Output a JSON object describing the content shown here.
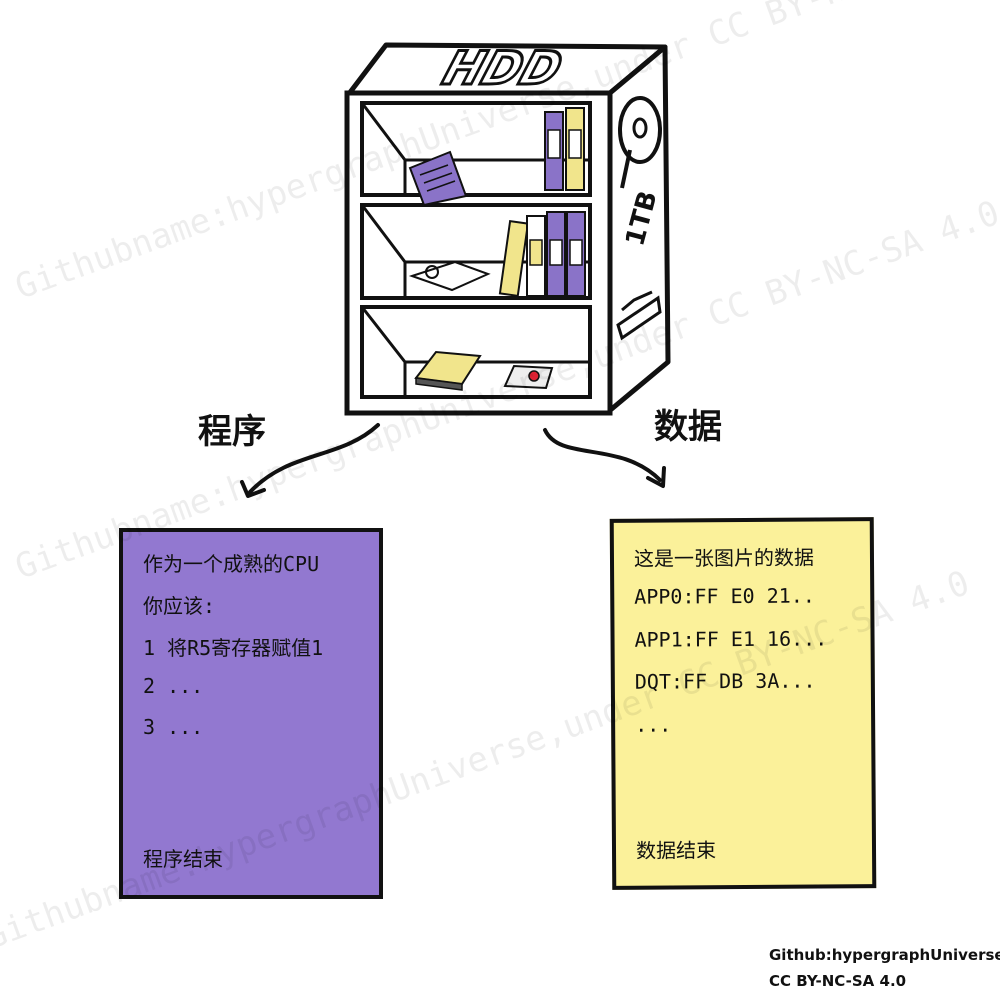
{
  "shelf": {
    "title": "HDD",
    "capacity": "1TB"
  },
  "labels": {
    "program": "程序",
    "data": "数据"
  },
  "program_card": {
    "lines": [
      "作为一个成熟的CPU",
      "你应该:",
      "1 将R5寄存器赋值1",
      "2 ...",
      "3 ..."
    ],
    "end": "程序结束"
  },
  "data_card": {
    "lines": [
      "这是一张图片的数据",
      "APP0:FF E0 21..",
      "APP1:FF E1 16...",
      "DQT:FF DB 3A...",
      "..."
    ],
    "end": "数据结束"
  },
  "credit": {
    "line1": "Github:hypergraphUniverse",
    "line2": "CC BY-NC-SA 4.0"
  },
  "watermark": "Githubname:hypergraphUniverse,under CC BY-NC-SA 4.0",
  "colors": {
    "program_card": "#9278d0",
    "data_card": "#fbf19a",
    "purple_book": "#8a73c8",
    "yellow_book": "#f1e58c"
  }
}
